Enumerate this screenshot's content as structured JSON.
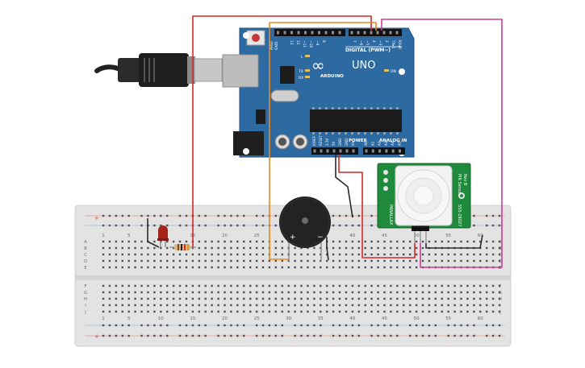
{
  "arduino": {
    "model": "UNO",
    "brand": "ARDUINO",
    "digital_label": "DIGITAL (PWM~)",
    "analog_label": "ANALOG IN",
    "power_label": "POWER",
    "on_label": "ON",
    "l_label": "L",
    "tx_label": "TX",
    "rx_label": "RX",
    "aref": "AREF",
    "gnd": "GND",
    "digital_pins": [
      "13",
      "12",
      "~11",
      "~10",
      "~9",
      "8",
      "7",
      "~6",
      "~5",
      "4",
      "~3",
      "2",
      "TX▸1",
      "RX◂0"
    ],
    "power_pins": [
      "IOREF",
      "RESET",
      "3.3V",
      "5V",
      "GND",
      "GND",
      "Vin"
    ],
    "analog_pins": [
      "A0",
      "A1",
      "A2",
      "A3",
      "A4",
      "A5"
    ],
    "infinity": "∞",
    "plus": "+",
    "minus": "−"
  },
  "pir": {
    "title": "PIR Sensor",
    "rev": "Rev B",
    "pn": "555-28027",
    "brand": "PARALLAX"
  },
  "buzzer": {
    "plus": "+",
    "minus": "−"
  },
  "breadboard": {
    "columns": [
      "1",
      "5",
      "10",
      "15",
      "20",
      "25",
      "30",
      "35",
      "40",
      "45",
      "50",
      "55",
      "60"
    ],
    "rows_top": [
      "A",
      "B",
      "C",
      "D",
      "E"
    ],
    "rows_bottom": [
      "F",
      "G",
      "H",
      "I",
      "J"
    ]
  },
  "colors": {
    "board": "#2d6aa0",
    "red_wire": "#d62728",
    "orange_wire": "#e8891f",
    "magenta_wire": "#cc3d96",
    "black_wire": "#2b2b2b",
    "breadboard": "#e6e6e6",
    "pir_board": "#1f8a3c"
  }
}
